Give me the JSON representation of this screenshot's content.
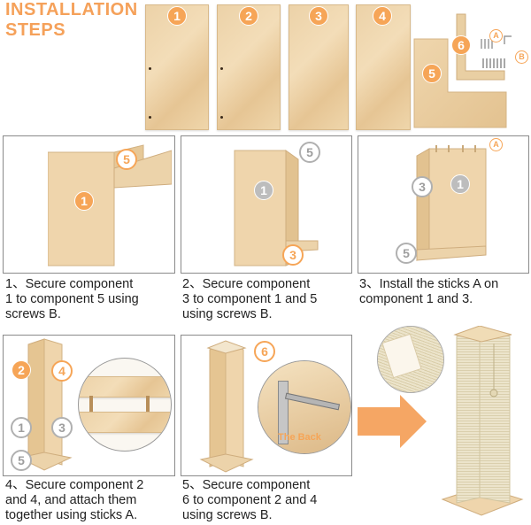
{
  "header": {
    "title_line1": "INSTALLATION",
    "title_line2": "STEPS"
  },
  "components": {
    "c1": "1",
    "c2": "2",
    "c3": "3",
    "c4": "4",
    "c5": "5",
    "c6": "6"
  },
  "hardware": {
    "stick_label": "A",
    "screw_label": "B"
  },
  "steps": [
    {
      "line1": "1、Secure component",
      "line2": "1 to component 5 using",
      "line3": "screws B."
    },
    {
      "line1": "2、Secure component",
      "line2": "3 to component 1 and 5",
      "line3": "using screws B."
    },
    {
      "line1": "3、Install the sticks A on",
      "line2": "component 1 and 3."
    },
    {
      "line1": "4、Secure component 2",
      "line2": "and 4, and attach them",
      "line3": "together using sticks A."
    },
    {
      "line1": "5、Secure component",
      "line2": "6 to component 2 and 4",
      "line3": "using screws B."
    }
  ],
  "callout": {
    "back_label": "The Back"
  },
  "colors": {
    "accent": "#f6a557",
    "arrow": "#f5a664",
    "grey_badge": "#bdbdbd"
  }
}
